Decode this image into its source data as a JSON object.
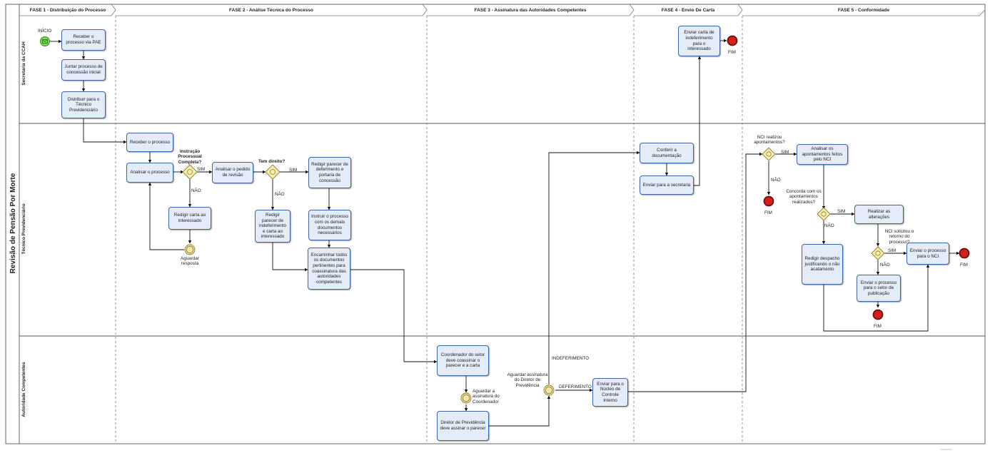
{
  "pool": {
    "title": "Revisão de Pensão Por Morte"
  },
  "lanes": [
    "Secretaria da CCAH",
    "Técnico Previdenciário",
    "Autoridade Competentes"
  ],
  "phases": [
    "FASE 1 - Distribuição do Processo",
    "FASE 2 - Análise Técnica do Processo",
    "FASE 3 - Assinatura das Autoridades Competentes",
    "FASE 4 - Envio De Carta",
    "FASE 5 - Conformidade"
  ],
  "tasks": {
    "receber_pae": "Receber o processo via PAE",
    "juntar": "Juntar processo de concessão inicial",
    "distribuir": "Distribuir para o Técnico Previdenciário",
    "receber_processo": "Receber o processo",
    "analisar_processo": "Analisar o processo",
    "redigir_carta": "Redigir carta ao interessado",
    "analisar_pedido": "Analisar o pedido de revisão",
    "redigir_parecer_def": "Redigir parecer de deferimento e portaria de concessão",
    "redigir_parecer_indef": "Redigir parecer de indeferimento e carta ao interessado",
    "instruir": "Instruir o processo com os demais documentos necessários",
    "encaminhar": "Encaminhar todos os documentos pertinentes para coassinatura das autoridades competentes",
    "coordenador": "Coordenador do setor deve coassinar o parecer e a carta",
    "diretor": "Diretor de Previdência deve assinar o parecer",
    "enviar_nci": "Enviar para o Núcleo de Controle Interno",
    "conferir": "Conferir a documentação",
    "enviar_secretaria": "Enviar para a secretaria",
    "enviar_carta": "Enviar carta de indeferimento para o interessado",
    "analisar_apont": "Analisar os apontamentos feitos pelo NCI",
    "realizar": "Realizar as alterações",
    "redigir_despacho": "Redigir despacho justificando o não acatamento",
    "enviar_processo_nci": "Enviar o processo para o NCI",
    "enviar_publicacao": "Enviar o processo para o setor de publicação"
  },
  "labels": {
    "inicio": "INÍCIO",
    "fim": "FIM",
    "sim": "SIM",
    "nao": "NÃO",
    "instrucao": "Instrução Processual Completa?",
    "tem_direito": "Tem direito?",
    "aguardar_resposta": "Aguardar resposta",
    "aguardar_coordenador": "Aguardar a assinatura do Coordenador",
    "aguardar_diretor": "Aguardar assinatura do Diretor de Previdência",
    "indeferimento": "INDEFERIMENTO",
    "deferimento": "DEFERIMENTO",
    "nci_realizou": "NCI realizou apontamentos?",
    "concorda": "Concorda com os apontamentos realizados?",
    "nci_solicitou": "NCI solicitou o retorno do processo?"
  },
  "footer": {
    "powered": "Powered by"
  },
  "colors": {
    "task_fill": "#e4ecfa",
    "task_border": "#41659d",
    "gateway": "#f6efb0",
    "start": "#7ed957",
    "end": "#d1211f"
  }
}
